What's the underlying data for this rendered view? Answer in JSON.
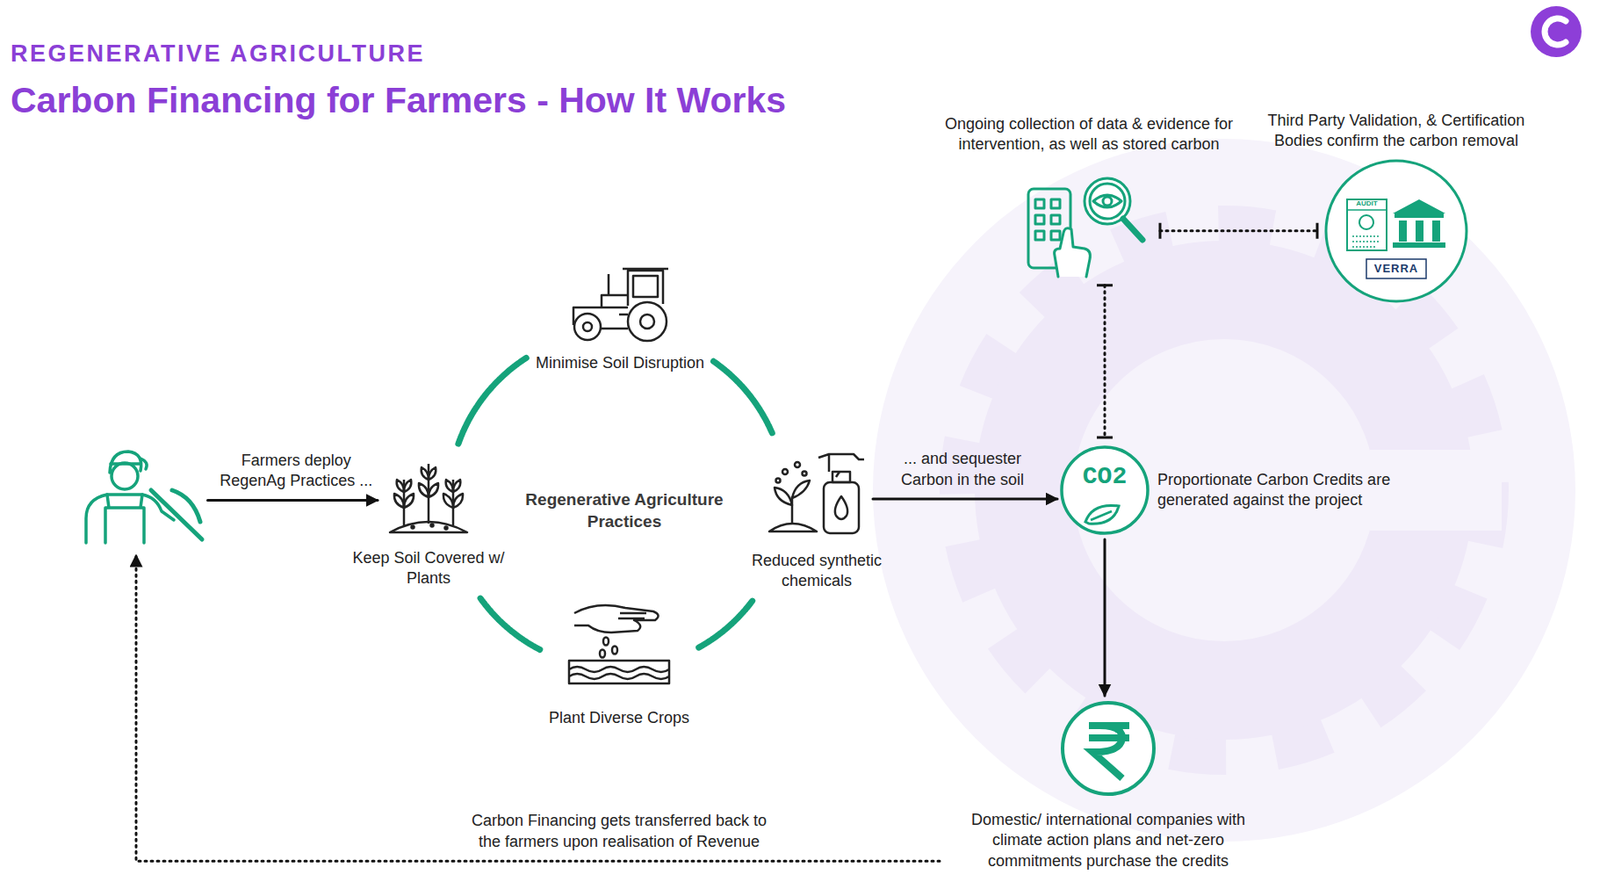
{
  "diagram": {
    "title": "Carbon Financing for Farmers - How It Works",
    "nodes": [
      {
        "text": []
      },
      {
        "text": [
          "Regenerative Agriculture Practices"
        ]
      },
      {
        "text": [
          "Minimise Soil Disruption"
        ]
      },
      {
        "text": [
          "Keep Soil Covered w/ Plants"
        ]
      },
      {
        "text": [
          "Reduced synthetic chemicals"
        ]
      },
      {
        "text": [
          "Plant Diverse Crops"
        ]
      },
      {
        "text": [
          "Ongoing collection of data & evidence for intervention, as well as stored carbon"
        ]
      },
      {
        "text": [
          "Third Party Validation, & Certification Bodies confirm the carbon removal",
          "AUDIT",
          "VERRA"
        ]
      },
      {
        "text": [
          "CO2",
          "Proportionate Carbon Credits are generated against the project"
        ]
      },
      {
        "text": [
          "Domestic/ international companies with climate action plans and net-zero commitments purchase the credits"
        ]
      }
    ],
    "edges": [
      {
        "from": 0,
        "to": 3,
        "arrow": "to",
        "label": "Farmers deploy RegenAg Practices ..."
      },
      {
        "from": 3,
        "to": 2,
        "arrow": "none"
      },
      {
        "from": 2,
        "to": 4,
        "arrow": "none"
      },
      {
        "from": 4,
        "to": 5,
        "arrow": "none"
      },
      {
        "from": 5,
        "to": 3,
        "arrow": "none"
      },
      {
        "from": 4,
        "to": 8,
        "arrow": "to",
        "label": "... and sequester Carbon in the soil"
      },
      {
        "from": 6,
        "to": 7,
        "arrow": "none"
      },
      {
        "from": 6,
        "to": 8,
        "arrow": "none"
      },
      {
        "from": 8,
        "to": 9,
        "arrow": "to"
      },
      {
        "from": 9,
        "to": 0,
        "arrow": "to",
        "label": "Carbon Financing gets transferred back to the farmers upon realisation of Revenue"
      }
    ],
    "labels": [
      "REGENERATIVE AGRICULTURE"
    ]
  }
}
